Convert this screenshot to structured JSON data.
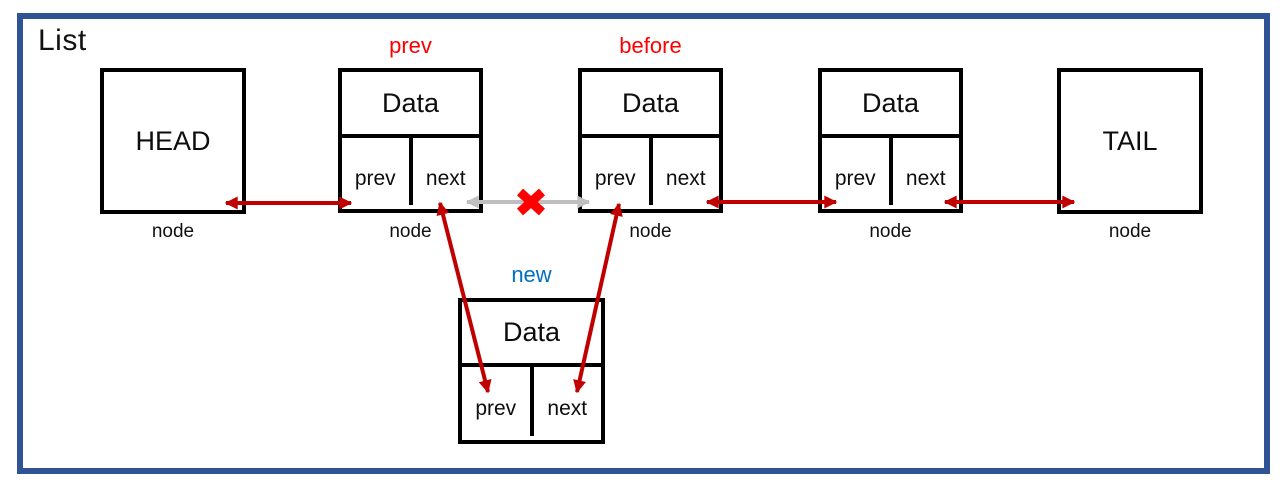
{
  "diagram": {
    "title": "List",
    "head": {
      "label": "HEAD",
      "caption": "node"
    },
    "tail": {
      "label": "TAIL",
      "caption": "node"
    },
    "nodes": [
      {
        "tag": "prev",
        "data_label": "Data",
        "prev_label": "prev",
        "next_label": "next",
        "caption": "node"
      },
      {
        "tag": "before",
        "data_label": "Data",
        "prev_label": "prev",
        "next_label": "next",
        "caption": "node"
      },
      {
        "tag": "",
        "data_label": "Data",
        "prev_label": "prev",
        "next_label": "next",
        "caption": "node"
      }
    ],
    "new_node": {
      "tag": "new",
      "data_label": "Data",
      "prev_label": "prev",
      "next_label": "next"
    },
    "icons": {
      "broken_link_cross": "✖"
    },
    "colors": {
      "frame_blue": "#2F5496",
      "arrow_dark_red": "#C00000",
      "label_red": "#FF0000",
      "cross_red": "#FF0000",
      "label_blue": "#0070C0",
      "arrow_gray": "#BFBFBF",
      "box_border_black": "#000000"
    }
  }
}
